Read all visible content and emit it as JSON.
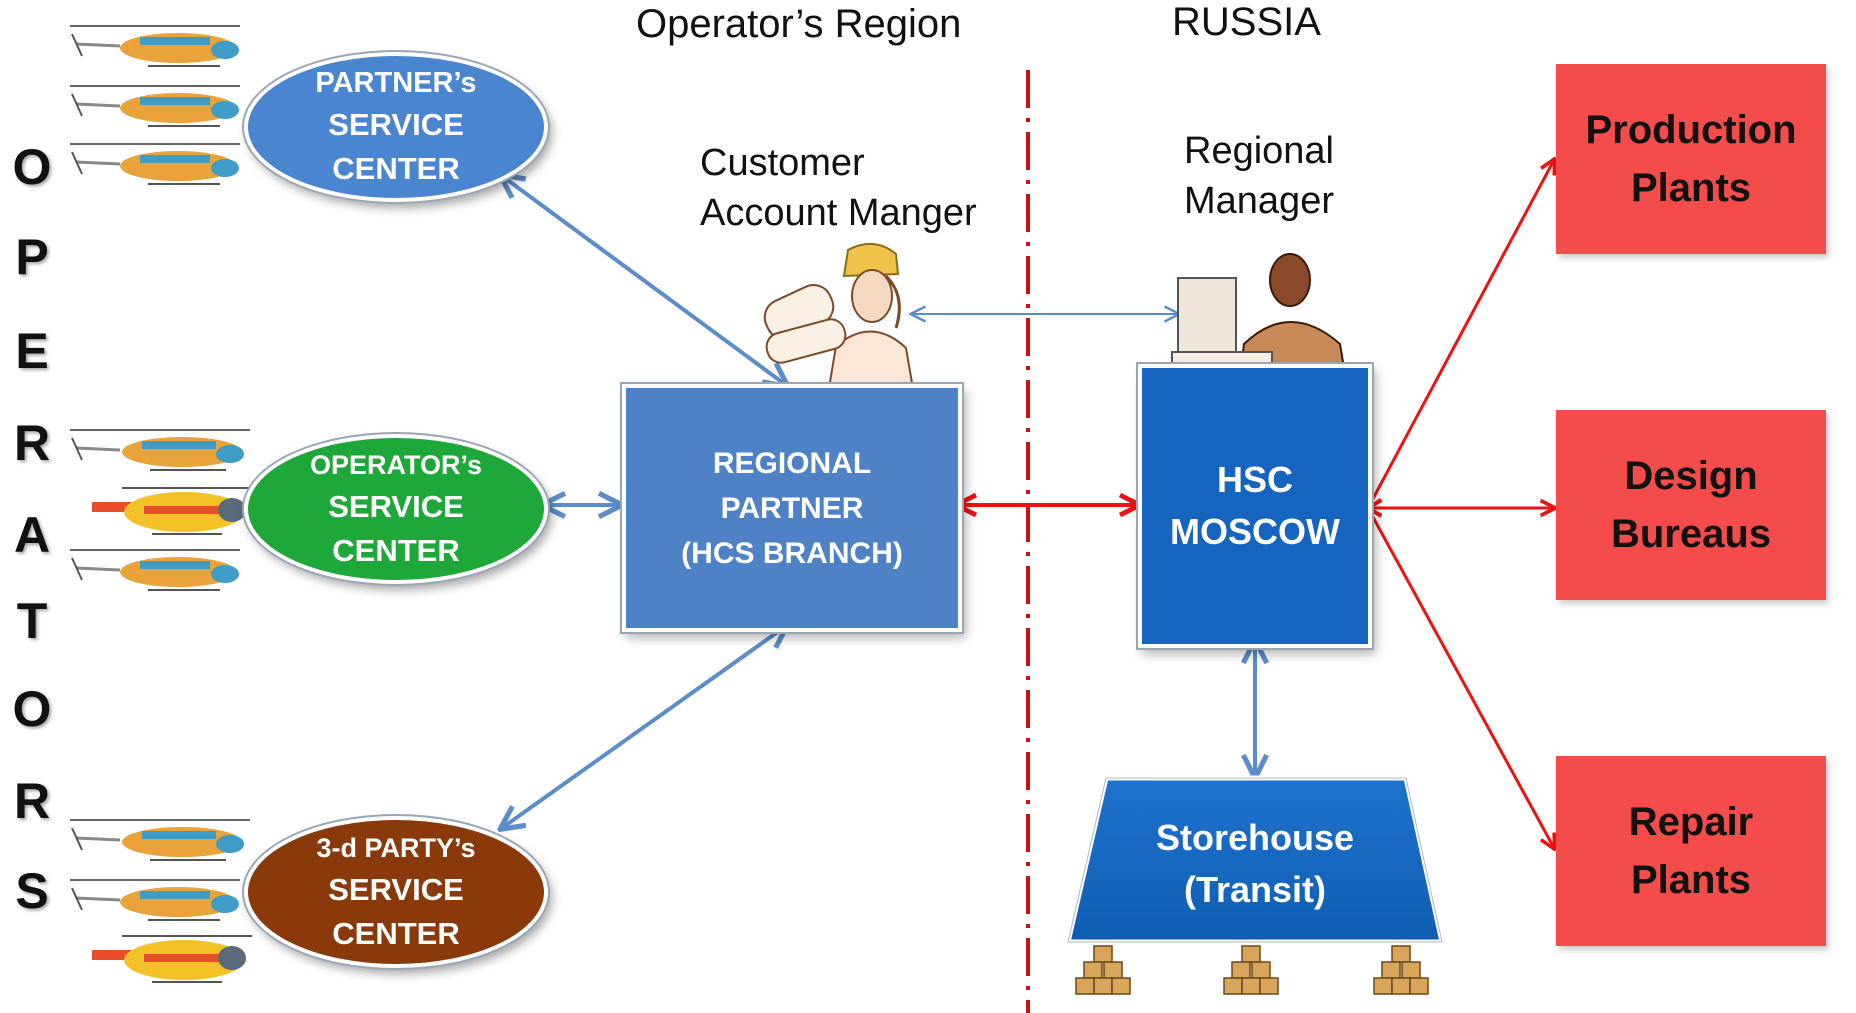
{
  "header": {
    "left_region": "Operator’s Region",
    "right_region": "RUSSIA"
  },
  "roles": {
    "customer_manager": [
      "Customer",
      "Account Manger"
    ],
    "regional_manager": [
      "Regional",
      "Manager"
    ]
  },
  "operators_column": [
    "O",
    "P",
    "E",
    "R",
    "A",
    "T",
    "O",
    "R",
    "S"
  ],
  "service_centers": {
    "partner": [
      "PARTNER’s",
      "SERVICE",
      "CENTER"
    ],
    "operator": [
      "OPERATOR’s",
      "SERVICE",
      "CENTER"
    ],
    "third_party": [
      "3-d PARTY’s",
      "SERVICE",
      "CENTER"
    ]
  },
  "nodes": {
    "regional_partner": [
      "REGIONAL",
      "PARTNER",
      "(HCS BRANCH)"
    ],
    "hsc_moscow": [
      "HSC",
      "MOSCOW"
    ],
    "storehouse": [
      "Storehouse",
      "(Transit)"
    ]
  },
  "destinations": {
    "production": [
      "Production",
      "Plants"
    ],
    "design": [
      "Design",
      "Bureaus"
    ],
    "repair": [
      "Repair",
      "Plants"
    ]
  },
  "colors": {
    "blue_node": "#4f81c7",
    "dark_blue_node": "#1565c0",
    "red_box": "#f44b4b",
    "partner_oval": "#4a86d0",
    "operator_oval": "#1fa83a",
    "third_party_oval": "#8a3a0a",
    "blue_arrow": "#5b8ccc",
    "red_arrow": "#ee1111"
  }
}
